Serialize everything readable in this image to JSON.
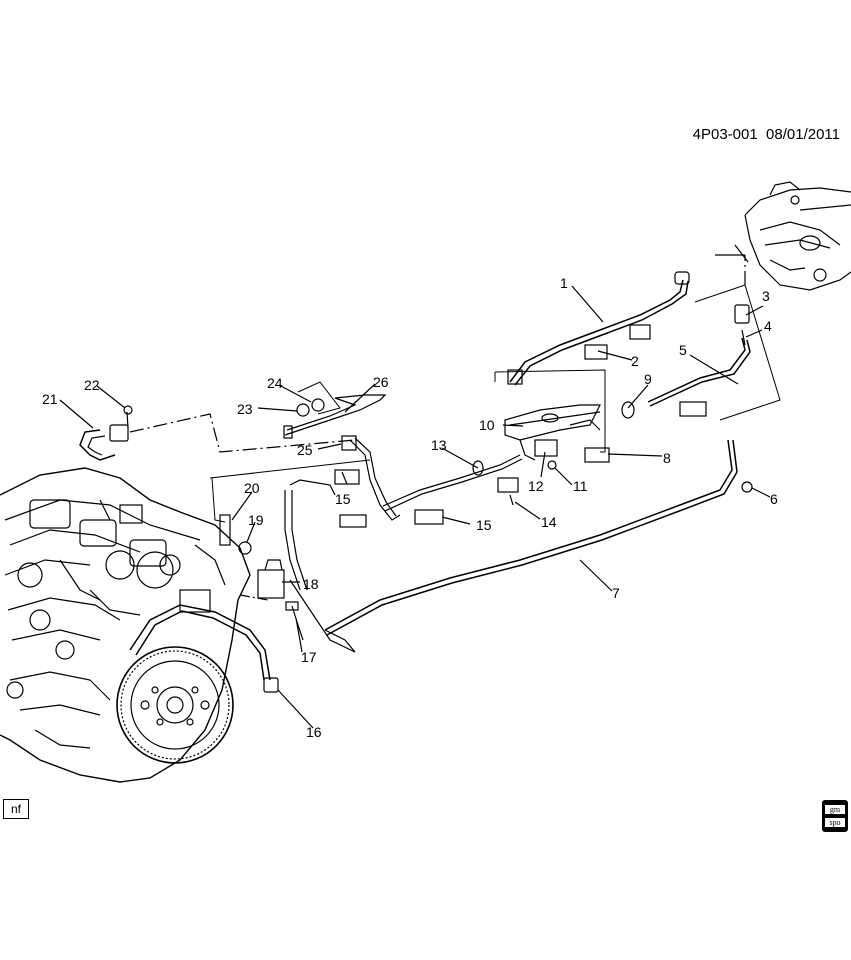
{
  "diagram": {
    "reference_code": "4P03-001",
    "date": "08/01/2011",
    "corner_label": "nf",
    "logo_text": [
      "gm",
      "spo"
    ],
    "callouts": [
      "1",
      "2",
      "3",
      "4",
      "5",
      "6",
      "7",
      "8",
      "9",
      "10",
      "11",
      "12",
      "13",
      "14",
      "15",
      "15",
      "16",
      "17",
      "18",
      "19",
      "20",
      "21",
      "22",
      "23",
      "24",
      "25",
      "26"
    ]
  }
}
